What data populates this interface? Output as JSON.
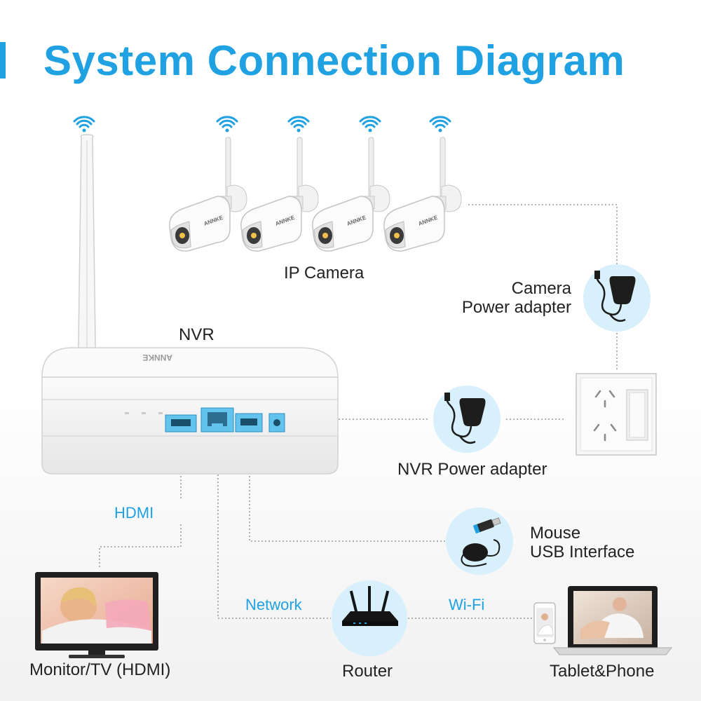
{
  "title": "System Connection Diagram",
  "labels": {
    "ip_camera": "IP Camera",
    "camera_power_line1": "Camera",
    "camera_power_line2": "Power adapter",
    "nvr": "NVR",
    "nvr_power": "NVR Power adapter",
    "hdmi": "HDMI",
    "mouse_line1": "Mouse",
    "mouse_line2": "USB Interface",
    "network": "Network",
    "wifi": "Wi-Fi",
    "monitor": "Monitor/TV (HDMI)",
    "router": "Router",
    "tablet_phone": "Tablet&Phone"
  },
  "colors": {
    "accent": "#1fa1e2",
    "circle_bg": "#d7f0fb",
    "port_highlight": "#62c3ec",
    "connector_line": "#888888"
  },
  "icons": [
    "wifi-signal-icon",
    "bullet-camera-icon",
    "power-adapter-icon",
    "wall-socket-icon",
    "usb-mouse-icon",
    "router-icon",
    "monitor-icon",
    "laptop-icon",
    "phone-icon"
  ]
}
